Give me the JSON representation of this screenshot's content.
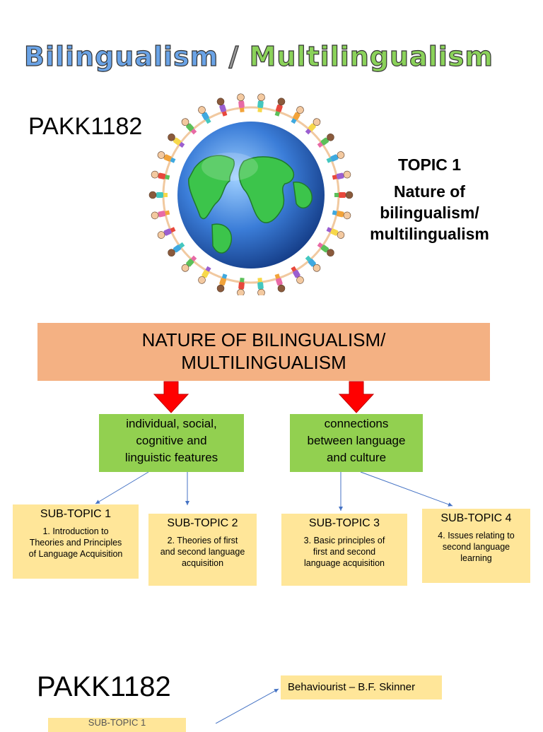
{
  "slide1": {
    "banner": {
      "word1": "Bilingualism",
      "sep": " / ",
      "word2": "Multilingualism"
    },
    "course_code": "PAKK1182",
    "topic": {
      "number": "TOPIC 1",
      "title_line1": "Nature of",
      "title_line2": "bilingualism/",
      "title_line3": "multilingualism"
    },
    "colors": {
      "globe_ocean": "#3b7dd8",
      "globe_land": "#3cc44b"
    }
  },
  "slide2": {
    "main_box": {
      "line1": "NATURE OF BILINGUALISM/",
      "line2": "MULTILINGUALISM",
      "color": "#f4b183"
    },
    "branches": [
      {
        "line1": "individual, social,",
        "line2": "cognitive and",
        "line3": "linguistic features"
      },
      {
        "line1": "connections",
        "line2": "between language",
        "line3": "and culture"
      }
    ],
    "subtopics": [
      {
        "title": "SUB-TOPIC 1",
        "line1": "1.  Introduction to",
        "line2": "Theories and Principles",
        "line3": "of Language Acquisition"
      },
      {
        "title": "SUB-TOPIC 2",
        "line1": "2. Theories of first",
        "line2": "and second language",
        "line3": "acquisition"
      },
      {
        "title": "SUB-TOPIC 3",
        "line1": "3. Basic principles of",
        "line2": "first and second",
        "line3": "language acquisition"
      },
      {
        "title": "SUB-TOPIC 4",
        "line1": "4. Issues relating to",
        "line2": "second language",
        "line3": "learning"
      }
    ],
    "colors": {
      "branch": "#92d050",
      "subtopic": "#ffe699",
      "arrow": "#ff0000"
    }
  },
  "slide3": {
    "course_code": "PAKK1182",
    "behaviourist": "Behaviourist –  B.F. Skinner",
    "partial_box": "SUB-TOPIC 1"
  }
}
